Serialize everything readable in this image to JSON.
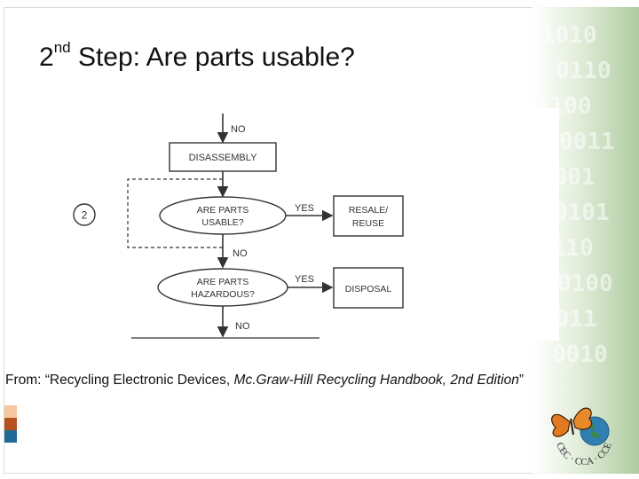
{
  "slide": {
    "title_main": "2",
    "title_sup": "nd",
    "title_rest": " Step:  Are parts usable?"
  },
  "flowchart": {
    "step_number": "2",
    "labels": {
      "no_top": "NO",
      "disassembly": "DISASSEMBLY",
      "q1_line1": "ARE PARTS",
      "q1_line2": "USABLE?",
      "yes1": "YES",
      "resale_line1": "RESALE/",
      "resale_line2": "REUSE",
      "no_mid": "NO",
      "q2_line1": "ARE PARTS",
      "q2_line2": "HAZARDOUS?",
      "yes2": "YES",
      "disposal": "DISPOSAL",
      "no_bottom": "NO"
    }
  },
  "citation": {
    "prefix": "From:  “Recycling Electronic Devices, ",
    "italic": "Mc.Graw-Hill Recycling Handbook, 2nd Edition",
    "suffix": "”"
  },
  "logo": {
    "text": "CEC · CCA · CCE"
  },
  "colors": {
    "accent_light": "#f5c6a0",
    "accent_mid": "#b5521f",
    "accent_dark": "#1f6b95",
    "bg_green": "#cfe3c5"
  }
}
